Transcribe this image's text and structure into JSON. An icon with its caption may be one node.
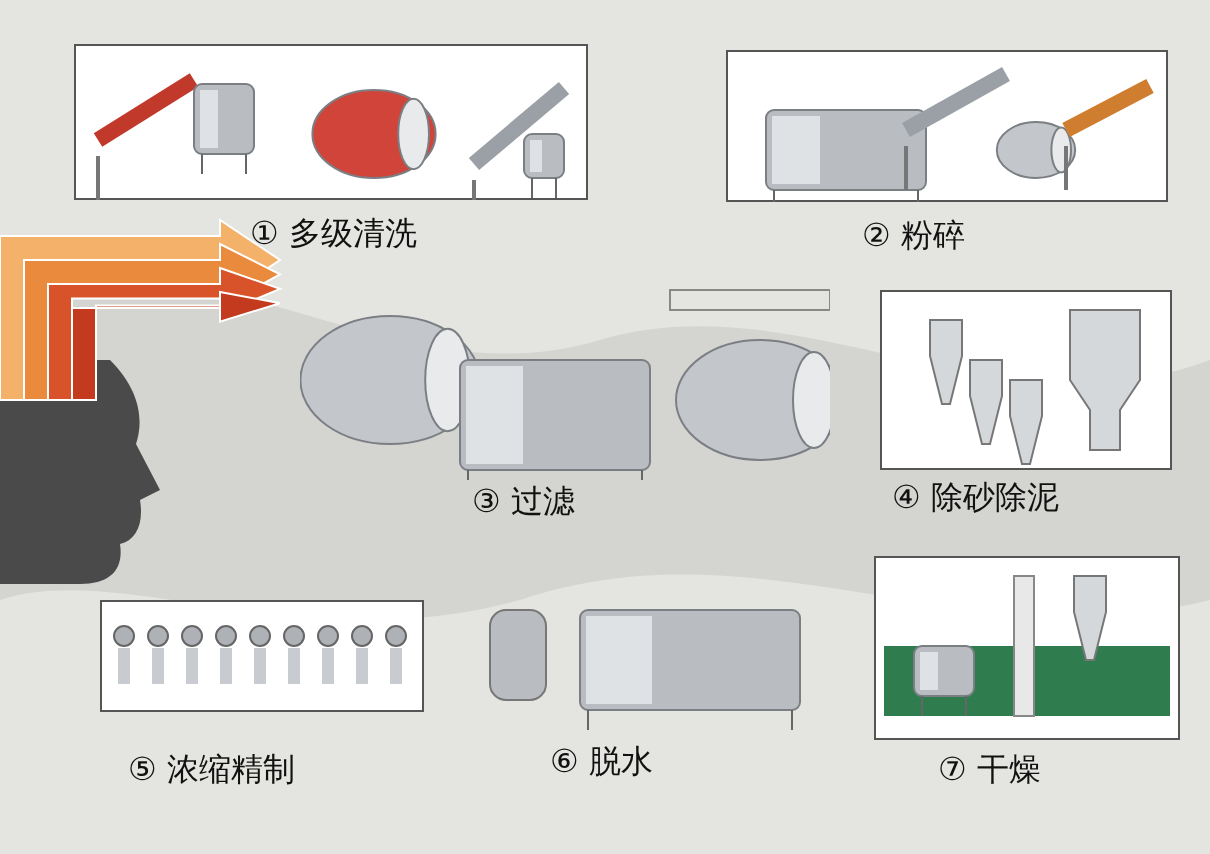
{
  "diagram": {
    "nodes": [
      {
        "text": [
          "① 多级清洗"
        ]
      },
      {
        "text": [
          "② 粉碎"
        ]
      },
      {
        "text": [
          "③ 过滤"
        ]
      },
      {
        "text": [
          "④ 除砂除泥"
        ]
      },
      {
        "text": [
          "⑤ 浓缩精制"
        ]
      },
      {
        "text": [
          "⑥ 脱水"
        ]
      },
      {
        "text": [
          "⑦ 干燥"
        ]
      }
    ]
  }
}
